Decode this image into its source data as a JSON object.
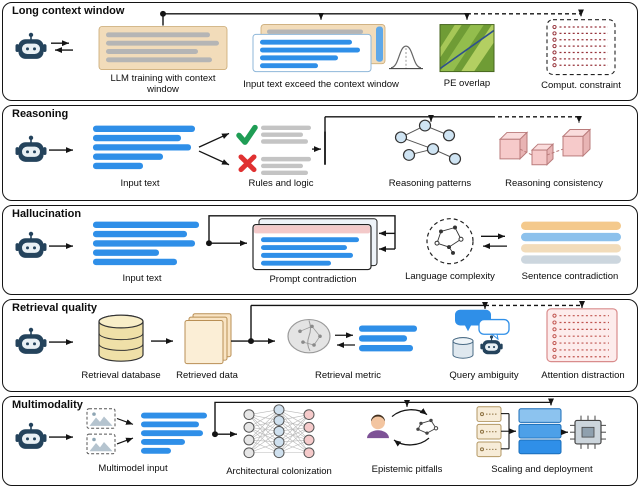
{
  "figure": {
    "panels": [
      {
        "title": "Long context window",
        "captions": [
          "LLM training with context window",
          "Input text exceed the context window",
          "PE overlap",
          "Comput. constraint"
        ]
      },
      {
        "title": "Reasoning",
        "captions": [
          "Input text",
          "Rules and logic",
          "Reasoning patterns",
          "Reasoning consistency"
        ]
      },
      {
        "title": "Hallucination",
        "captions": [
          "Input text",
          "Prompt contradiction",
          "Language complexity",
          "Sentence contradiction"
        ]
      },
      {
        "title": "Retrieval quality",
        "captions": [
          "Retrieval database",
          "Retrieved data",
          "Retrieval metric",
          "Query ambiguity",
          "Attention distraction"
        ]
      },
      {
        "title": "Multimodality",
        "captions": [
          "Multimodel input",
          "Architectural colonization",
          "Epistemic pitfalls",
          "Scaling and deployment"
        ]
      }
    ],
    "colors": {
      "panel_border": "#141414",
      "accent_blue": "#2f8fe8",
      "tan": "#f2dcba",
      "gray_bar": "#b5b5b5",
      "pink": "#f6caca",
      "check_green": "#1f9d55",
      "cross_red": "#e03131",
      "node_blue": "#cfe4f3",
      "field_green": "#93bd4d",
      "constraint_red": "#96323a"
    },
    "icons": [
      "robot-icon",
      "arrow-icon",
      "check-icon",
      "cross-icon",
      "database-icon",
      "brain-icon",
      "chat-bubble-icon",
      "neural-network-icon",
      "person-icon",
      "chip-icon",
      "picture-icon",
      "cube-icon",
      "server-icon"
    ]
  }
}
